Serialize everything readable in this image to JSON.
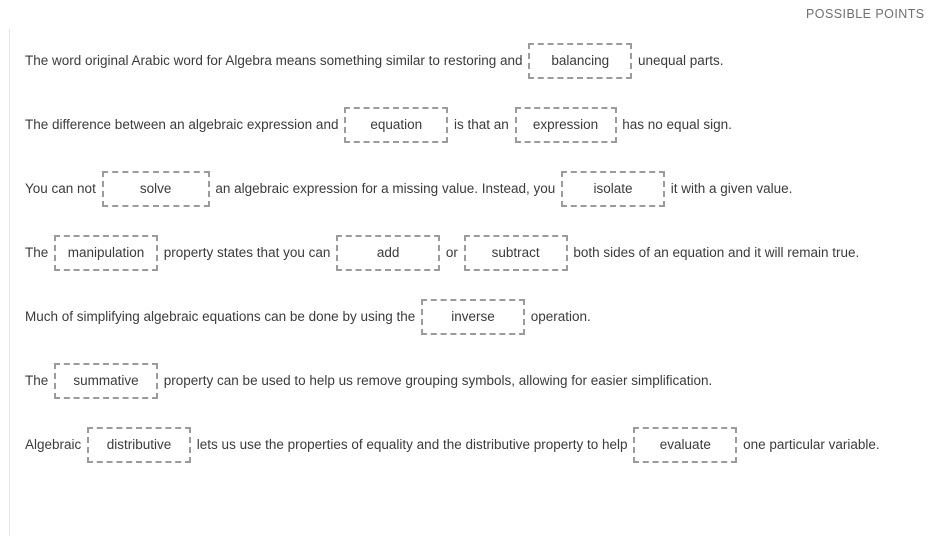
{
  "header": {
    "possible_points_label": "POSSIBLE POINTS"
  },
  "colors": {
    "page_background": "#ffffff",
    "text": "#3b3b3d",
    "header_text": "#6f6f73",
    "slot_border": "#9b9b9b",
    "card_border": "#e4e5e7"
  },
  "questions": [
    {
      "id": "q1",
      "segments": [
        {
          "type": "text",
          "value": "The word original Arabic word for Algebra means something similar to restoring and "
        },
        {
          "type": "slot",
          "value": "balancing",
          "width": "w-104"
        },
        {
          "type": "text",
          "value": " unequal parts."
        }
      ]
    },
    {
      "id": "q2",
      "segments": [
        {
          "type": "text",
          "value": "The difference between an algebraic expression and "
        },
        {
          "type": "slot",
          "value": "equation",
          "width": "w-104"
        },
        {
          "type": "text",
          "value": " is that an "
        },
        {
          "type": "slot",
          "value": "expression",
          "width": "w-102"
        },
        {
          "type": "text",
          "value": " has no equal sign."
        }
      ]
    },
    {
      "id": "q3",
      "segments": [
        {
          "type": "text",
          "value": "You can not "
        },
        {
          "type": "slot",
          "value": "solve",
          "width": "w-108"
        },
        {
          "type": "text",
          "value": " an algebraic expression for a missing value. Instead, you "
        },
        {
          "type": "slot",
          "value": "isolate",
          "width": "w-104"
        },
        {
          "type": "text",
          "value": " it with a given value."
        }
      ]
    },
    {
      "id": "q4",
      "segments": [
        {
          "type": "text",
          "value": "The "
        },
        {
          "type": "slot",
          "value": "manipulation",
          "width": "w-104"
        },
        {
          "type": "text",
          "value": " property states that you can "
        },
        {
          "type": "slot",
          "value": "add",
          "width": "w-104"
        },
        {
          "type": "text",
          "value": " or "
        },
        {
          "type": "slot",
          "value": "subtract",
          "width": "w-104"
        },
        {
          "type": "text",
          "value": " both sides of an equation and it will remain true."
        }
      ]
    },
    {
      "id": "q5",
      "segments": [
        {
          "type": "text",
          "value": "Much of simplifying algebraic equations can be done by using the "
        },
        {
          "type": "slot",
          "value": "inverse",
          "width": "w-104"
        },
        {
          "type": "text",
          "value": " operation."
        }
      ]
    },
    {
      "id": "q6",
      "segments": [
        {
          "type": "text",
          "value": "The "
        },
        {
          "type": "slot",
          "value": "summative",
          "width": "w-104"
        },
        {
          "type": "text",
          "value": " property can be used to help us remove grouping symbols, allowing for easier simplification."
        }
      ]
    },
    {
      "id": "q7",
      "segments": [
        {
          "type": "text",
          "value": "Algebraic "
        },
        {
          "type": "slot",
          "value": "distributive",
          "width": "w-104"
        },
        {
          "type": "text",
          "value": " lets us use the properties of equality and the distributive property to help "
        },
        {
          "type": "slot",
          "value": "evaluate",
          "width": "w-104"
        },
        {
          "type": "text",
          "value": " one particular variable."
        }
      ]
    }
  ]
}
